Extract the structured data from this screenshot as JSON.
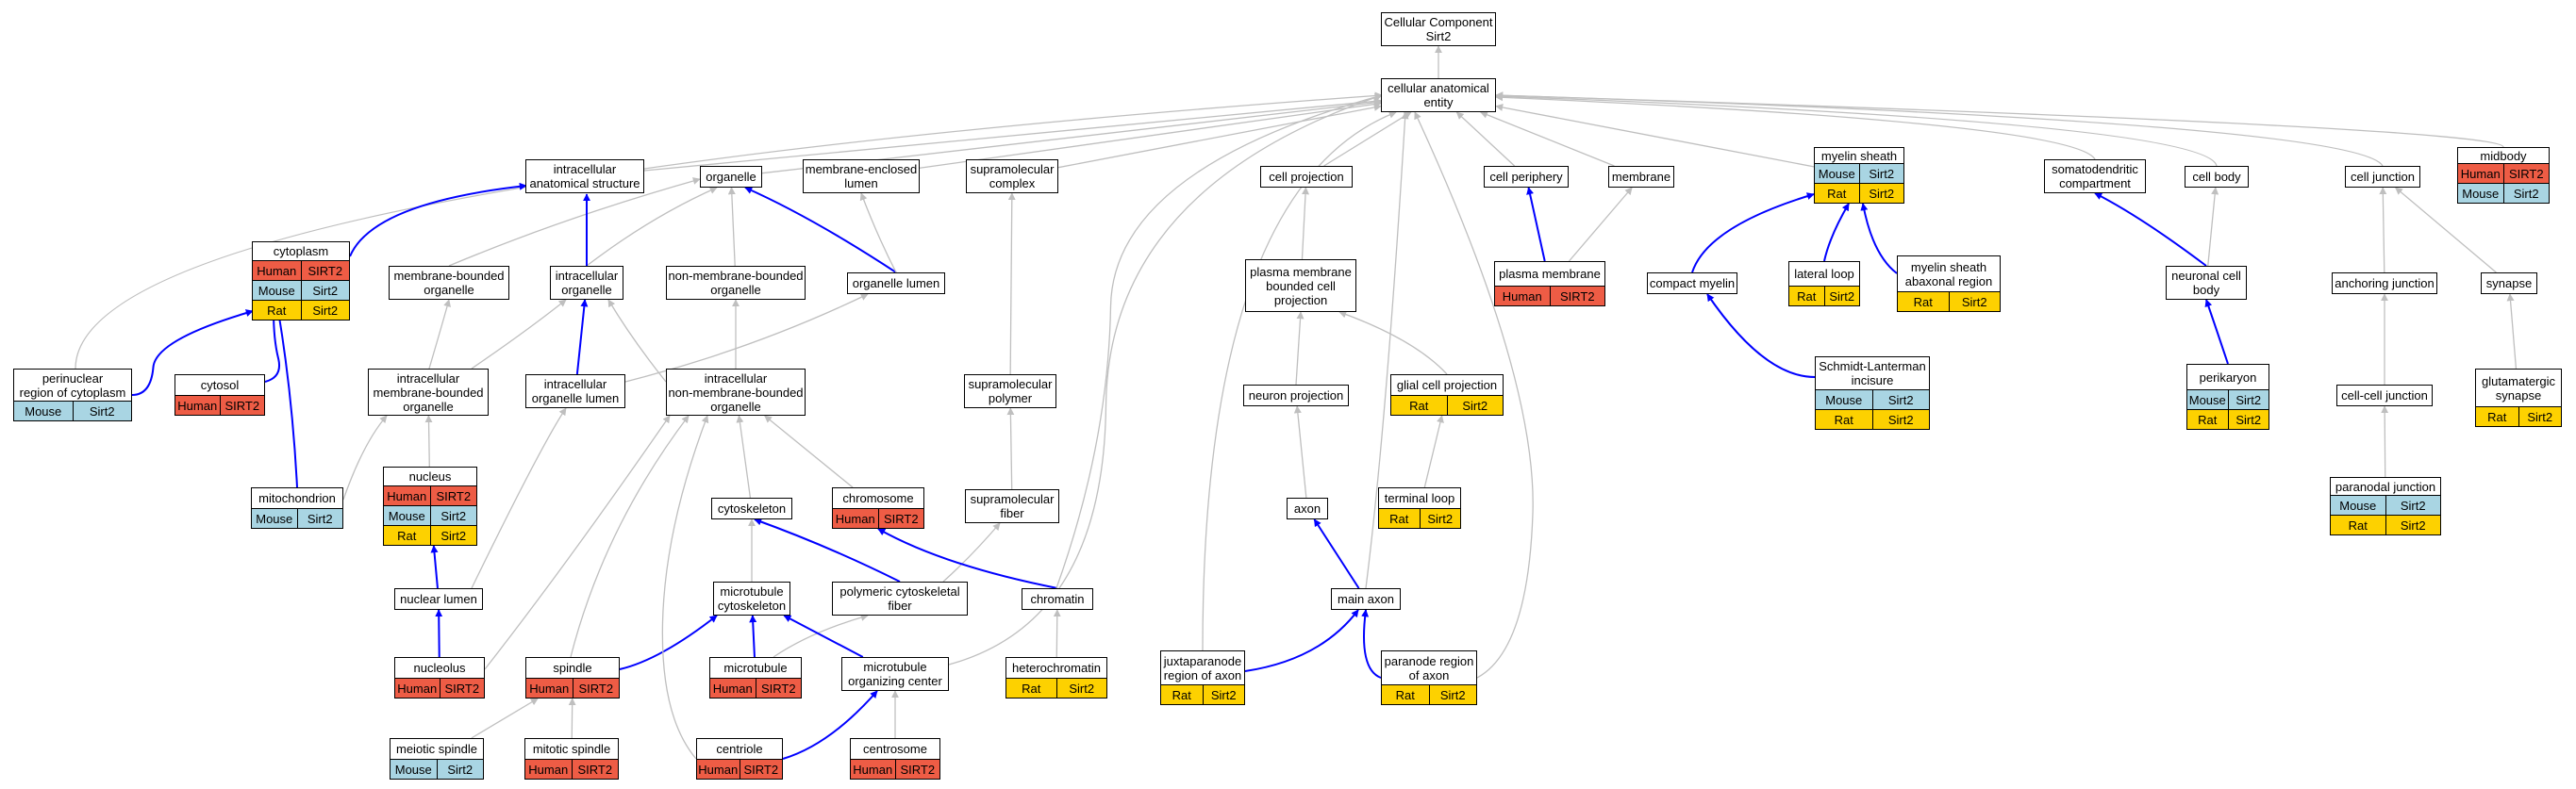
{
  "species_colors": {
    "Human": "#ee5c45",
    "Mouse": "#a9d5e3",
    "Rat": "#fdd100"
  },
  "edge_colors": {
    "is_a": "#bfbfbf",
    "part_of": "#0000ff"
  },
  "nodes": [
    {
      "id": "cc_sirt2",
      "label": "Cellular Component\nSirt2"
    },
    {
      "id": "cae",
      "label": "cellular anatomical\nentity"
    },
    {
      "id": "ias",
      "label": "intracellular\nanatomical structure"
    },
    {
      "id": "organelle",
      "label": "organelle"
    },
    {
      "id": "mel",
      "label": "membrane-enclosed\nlumen"
    },
    {
      "id": "smc",
      "label": "supramolecular\ncomplex"
    },
    {
      "id": "cproj",
      "label": "cell projection"
    },
    {
      "id": "cperiph",
      "label": "cell periphery"
    },
    {
      "id": "membrane",
      "label": "membrane"
    },
    {
      "id": "myelin",
      "label": "myelin sheath",
      "genes": [
        [
          "Mouse",
          "Sirt2"
        ],
        [
          "Rat",
          "Sirt2"
        ]
      ]
    },
    {
      "id": "sdc",
      "label": "somatodendritic\ncompartment"
    },
    {
      "id": "cbody",
      "label": "cell body"
    },
    {
      "id": "cjunc",
      "label": "cell junction"
    },
    {
      "id": "midbody",
      "label": "midbody",
      "genes": [
        [
          "Human",
          "SIRT2"
        ],
        [
          "Mouse",
          "Sirt2"
        ]
      ]
    },
    {
      "id": "cytoplasm",
      "label": "cytoplasm",
      "genes": [
        [
          "Human",
          "SIRT2"
        ],
        [
          "Mouse",
          "Sirt2"
        ],
        [
          "Rat",
          "Sirt2"
        ]
      ]
    },
    {
      "id": "mbo",
      "label": "membrane-bounded\norganelle"
    },
    {
      "id": "io",
      "label": "intracellular\norganelle"
    },
    {
      "id": "nmbo",
      "label": "non-membrane-bounded\norganelle"
    },
    {
      "id": "olumen",
      "label": "organelle lumen"
    },
    {
      "id": "pmbcp",
      "label": "plasma membrane\nbounded cell\nprojection"
    },
    {
      "id": "pm",
      "label": "plasma membrane",
      "genes": [
        [
          "Human",
          "SIRT2"
        ]
      ]
    },
    {
      "id": "cmyelin",
      "label": "compact myelin"
    },
    {
      "id": "lloop",
      "label": "lateral loop",
      "genes": [
        [
          "Rat",
          "Sirt2"
        ]
      ]
    },
    {
      "id": "msai",
      "label": "myelin sheath\nabaxonal region",
      "genes": [
        [
          "Rat",
          "Sirt2"
        ]
      ]
    },
    {
      "id": "ncb",
      "label": "neuronal cell\nbody"
    },
    {
      "id": "ajunc",
      "label": "anchoring junction"
    },
    {
      "id": "synapse",
      "label": "synapse"
    },
    {
      "id": "perinuc",
      "label": "perinuclear\nregion of cytoplasm",
      "genes": [
        [
          "Mouse",
          "Sirt2"
        ]
      ]
    },
    {
      "id": "cytosol",
      "label": "cytosol",
      "genes": [
        [
          "Human",
          "SIRT2"
        ]
      ]
    },
    {
      "id": "imbo",
      "label": "intracellular\nmembrane-bounded\norganelle"
    },
    {
      "id": "iol",
      "label": "intracellular\norganelle lumen"
    },
    {
      "id": "inmbo",
      "label": "intracellular\nnon-membrane-bounded\norganelle"
    },
    {
      "id": "smpoly",
      "label": "supramolecular\npolymer"
    },
    {
      "id": "nproj",
      "label": "neuron projection"
    },
    {
      "id": "gcp",
      "label": "glial cell projection",
      "genes": [
        [
          "Rat",
          "Sirt2"
        ]
      ]
    },
    {
      "id": "sli",
      "label": "Schmidt-Lanterman\nincisure",
      "genes": [
        [
          "Mouse",
          "Sirt2"
        ],
        [
          "Rat",
          "Sirt2"
        ]
      ]
    },
    {
      "id": "perikaryon",
      "label": "perikaryon",
      "genes": [
        [
          "Mouse",
          "Sirt2"
        ],
        [
          "Rat",
          "Sirt2"
        ]
      ]
    },
    {
      "id": "ccjunc",
      "label": "cell-cell junction"
    },
    {
      "id": "gsyn",
      "label": "glutamatergic\nsynapse",
      "genes": [
        [
          "Rat",
          "Sirt2"
        ]
      ]
    },
    {
      "id": "mito",
      "label": "mitochondrion",
      "genes": [
        [
          "Mouse",
          "Sirt2"
        ]
      ]
    },
    {
      "id": "nucleus",
      "label": "nucleus",
      "genes": [
        [
          "Human",
          "SIRT2"
        ],
        [
          "Mouse",
          "Sirt2"
        ],
        [
          "Rat",
          "Sirt2"
        ]
      ]
    },
    {
      "id": "cytosk",
      "label": "cytoskeleton"
    },
    {
      "id": "chromosome",
      "label": "chromosome",
      "genes": [
        [
          "Human",
          "SIRT2"
        ]
      ]
    },
    {
      "id": "smfiber",
      "label": "supramolecular\nfiber"
    },
    {
      "id": "axon",
      "label": "axon"
    },
    {
      "id": "tloop",
      "label": "terminal loop",
      "genes": [
        [
          "Rat",
          "Sirt2"
        ]
      ]
    },
    {
      "id": "pnj",
      "label": "paranodal junction",
      "genes": [
        [
          "Mouse",
          "Sirt2"
        ],
        [
          "Rat",
          "Sirt2"
        ]
      ]
    },
    {
      "id": "nlumen",
      "label": "nuclear lumen"
    },
    {
      "id": "mtcyto",
      "label": "microtubule\ncytoskeleton"
    },
    {
      "id": "pcf",
      "label": "polymeric cytoskeletal\nfiber"
    },
    {
      "id": "chromatin",
      "label": "chromatin"
    },
    {
      "id": "mainaxon",
      "label": "main axon"
    },
    {
      "id": "nucleolus",
      "label": "nucleolus",
      "genes": [
        [
          "Human",
          "SIRT2"
        ]
      ]
    },
    {
      "id": "spindle",
      "label": "spindle",
      "genes": [
        [
          "Human",
          "SIRT2"
        ]
      ]
    },
    {
      "id": "mt",
      "label": "microtubule",
      "genes": [
        [
          "Human",
          "SIRT2"
        ]
      ]
    },
    {
      "id": "mtoc",
      "label": "microtubule\norganizing center"
    },
    {
      "id": "hetero",
      "label": "heterochromatin",
      "genes": [
        [
          "Rat",
          "Sirt2"
        ]
      ]
    },
    {
      "id": "jpra",
      "label": "juxtaparanode\nregion of axon",
      "genes": [
        [
          "Rat",
          "Sirt2"
        ]
      ]
    },
    {
      "id": "pra",
      "label": "paranode region\nof axon",
      "genes": [
        [
          "Rat",
          "Sirt2"
        ]
      ]
    },
    {
      "id": "meiotic",
      "label": "meiotic spindle",
      "genes": [
        [
          "Mouse",
          "Sirt2"
        ]
      ]
    },
    {
      "id": "mitotic",
      "label": "mitotic spindle",
      "genes": [
        [
          "Human",
          "SIRT2"
        ]
      ]
    },
    {
      "id": "centriole",
      "label": "centriole",
      "genes": [
        [
          "Human",
          "SIRT2"
        ]
      ]
    },
    {
      "id": "centrosome",
      "label": "centrosome",
      "genes": [
        [
          "Human",
          "SIRT2"
        ]
      ]
    }
  ],
  "edges": [
    [
      "cae",
      "cc_sirt2",
      "is_a"
    ],
    [
      "ias",
      "cae",
      "is_a"
    ],
    [
      "organelle",
      "cae",
      "is_a"
    ],
    [
      "mel",
      "cae",
      "is_a"
    ],
    [
      "smc",
      "cae",
      "is_a"
    ],
    [
      "cproj",
      "cae",
      "is_a"
    ],
    [
      "cperiph",
      "cae",
      "is_a"
    ],
    [
      "membrane",
      "cae",
      "is_a"
    ],
    [
      "myelin",
      "cae",
      "is_a"
    ],
    [
      "sdc",
      "cae",
      "is_a"
    ],
    [
      "cbody",
      "cae",
      "is_a"
    ],
    [
      "cjunc",
      "cae",
      "is_a"
    ],
    [
      "midbody",
      "cae",
      "is_a"
    ],
    [
      "perinuc",
      "cae",
      "is_a"
    ],
    [
      "cytoplasm",
      "ias",
      "part_of"
    ],
    [
      "mbo",
      "organelle",
      "is_a"
    ],
    [
      "io",
      "organelle",
      "is_a"
    ],
    [
      "io",
      "ias",
      "part_of"
    ],
    [
      "nmbo",
      "organelle",
      "is_a"
    ],
    [
      "olumen",
      "organelle",
      "part_of"
    ],
    [
      "olumen",
      "mel",
      "is_a"
    ],
    [
      "pmbcp",
      "cproj",
      "is_a"
    ],
    [
      "pm",
      "cperiph",
      "part_of"
    ],
    [
      "pm",
      "membrane",
      "is_a"
    ],
    [
      "cmyelin",
      "myelin",
      "part_of"
    ],
    [
      "lloop",
      "myelin",
      "part_of"
    ],
    [
      "msai",
      "myelin",
      "part_of"
    ],
    [
      "ncb",
      "sdc",
      "part_of"
    ],
    [
      "ncb",
      "cbody",
      "is_a"
    ],
    [
      "ajunc",
      "cjunc",
      "is_a"
    ],
    [
      "synapse",
      "cjunc",
      "is_a"
    ],
    [
      "perinuc",
      "cytoplasm",
      "part_of"
    ],
    [
      "cytosol",
      "cytoplasm",
      "part_of"
    ],
    [
      "imbo",
      "mbo",
      "is_a"
    ],
    [
      "imbo",
      "io",
      "is_a"
    ],
    [
      "iol",
      "io",
      "part_of"
    ],
    [
      "iol",
      "olumen",
      "is_a"
    ],
    [
      "inmbo",
      "nmbo",
      "is_a"
    ],
    [
      "inmbo",
      "io",
      "is_a"
    ],
    [
      "smpoly",
      "smc",
      "is_a"
    ],
    [
      "nproj",
      "pmbcp",
      "is_a"
    ],
    [
      "gcp",
      "pmbcp",
      "is_a"
    ],
    [
      "sli",
      "cmyelin",
      "part_of"
    ],
    [
      "perikaryon",
      "ncb",
      "part_of"
    ],
    [
      "ccjunc",
      "ajunc",
      "is_a"
    ],
    [
      "gsyn",
      "synapse",
      "is_a"
    ],
    [
      "mito",
      "imbo",
      "is_a"
    ],
    [
      "mito",
      "cytoplasm",
      "part_of"
    ],
    [
      "nucleus",
      "imbo",
      "is_a"
    ],
    [
      "cytosk",
      "inmbo",
      "is_a"
    ],
    [
      "chromosome",
      "inmbo",
      "is_a"
    ],
    [
      "smfiber",
      "smpoly",
      "is_a"
    ],
    [
      "axon",
      "nproj",
      "is_a"
    ],
    [
      "tloop",
      "gcp",
      "is_a"
    ],
    [
      "pnj",
      "ccjunc",
      "is_a"
    ],
    [
      "nlumen",
      "nucleus",
      "part_of"
    ],
    [
      "nlumen",
      "iol",
      "is_a"
    ],
    [
      "mtcyto",
      "cytosk",
      "is_a"
    ],
    [
      "pcf",
      "cytosk",
      "part_of"
    ],
    [
      "pcf",
      "smfiber",
      "is_a"
    ],
    [
      "chromatin",
      "chromosome",
      "part_of"
    ],
    [
      "chromatin",
      "cae",
      "is_a"
    ],
    [
      "mainaxon",
      "axon",
      "part_of"
    ],
    [
      "mainaxon",
      "cae",
      "is_a"
    ],
    [
      "nucleolus",
      "nlumen",
      "part_of"
    ],
    [
      "nucleolus",
      "inmbo",
      "is_a"
    ],
    [
      "spindle",
      "mtcyto",
      "part_of"
    ],
    [
      "spindle",
      "inmbo",
      "is_a"
    ],
    [
      "mt",
      "mtcyto",
      "part_of"
    ],
    [
      "mt",
      "pcf",
      "is_a"
    ],
    [
      "mtoc",
      "mtcyto",
      "part_of"
    ],
    [
      "mtoc",
      "cae",
      "is_a"
    ],
    [
      "hetero",
      "chromatin",
      "is_a"
    ],
    [
      "jpra",
      "mainaxon",
      "part_of"
    ],
    [
      "jpra",
      "cae",
      "is_a"
    ],
    [
      "pra",
      "mainaxon",
      "part_of"
    ],
    [
      "pra",
      "cae",
      "is_a"
    ],
    [
      "meiotic",
      "spindle",
      "is_a"
    ],
    [
      "mitotic",
      "spindle",
      "is_a"
    ],
    [
      "centriole",
      "mtoc",
      "part_of"
    ],
    [
      "centriole",
      "inmbo",
      "is_a"
    ],
    [
      "centrosome",
      "mtoc",
      "is_a"
    ]
  ]
}
